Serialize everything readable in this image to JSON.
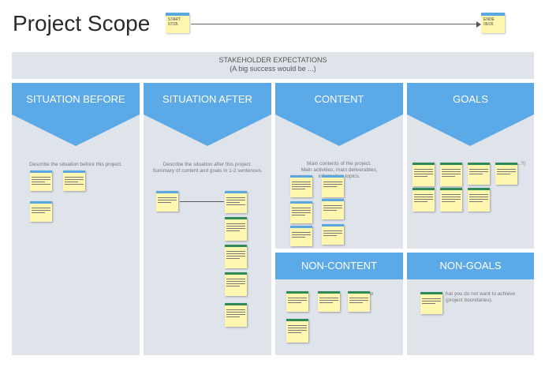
{
  "title": "Project Scope",
  "timeline": {
    "start": {
      "label": "START",
      "date": "07/25"
    },
    "end": {
      "label": "ENDE",
      "date": "06/26"
    }
  },
  "banner": {
    "line1": "STAKEHOLDER EXPECTATIONS",
    "line2": "(A big success would be ...)"
  },
  "columns": {
    "situation_before": {
      "header": "SITUATION BEFORE",
      "desc": "Describe the situation before this project."
    },
    "situation_after": {
      "header": "SITUATION AFTER",
      "desc1": "Describe the situation after this project.",
      "desc2": "Summary of content and goals in 1-2 sentences."
    },
    "content": {
      "header": "CONTENT",
      "desc1": "Main contents of the project.",
      "desc2": "Main activities, main deliverables,",
      "desc3": "information topics."
    },
    "goals": {
      "header": "GOALS",
      "desc_tail": "...?)"
    },
    "non_content": {
      "header": "NON-CONTENT",
      "desc_tail": "do"
    },
    "non_goals": {
      "header": "NON-GOALS",
      "desc1": "hat you do not want to achieve",
      "desc2": "(project boundaries)."
    }
  },
  "colors": {
    "header_blue": "#5ba9e6",
    "panel_grey": "#dfe3ea",
    "sticky_yellow": "#fff7b0",
    "tab_blue": "#5aa8e0",
    "tab_green": "#2e8b57"
  }
}
